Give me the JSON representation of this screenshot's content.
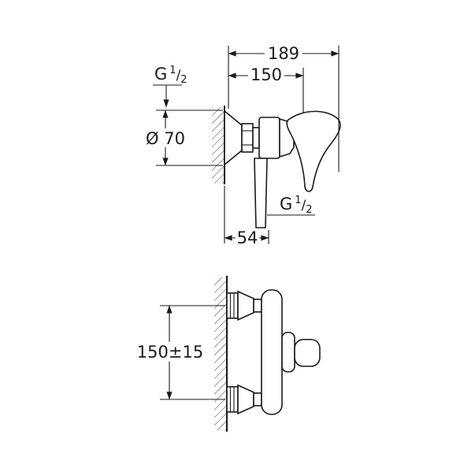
{
  "side_view": {
    "dim_total_depth": "189",
    "dim_wall_to_front": "150",
    "flange_diameter": "Ø 70",
    "outlet_offset": "54",
    "thread_inlet": {
      "g": "G",
      "num": "1",
      "slash": "/",
      "den": "2"
    },
    "thread_outlet": {
      "g": "G",
      "num": "1",
      "slash": "/",
      "den": "2"
    }
  },
  "front_view": {
    "dim_center_distance": "150±15"
  }
}
